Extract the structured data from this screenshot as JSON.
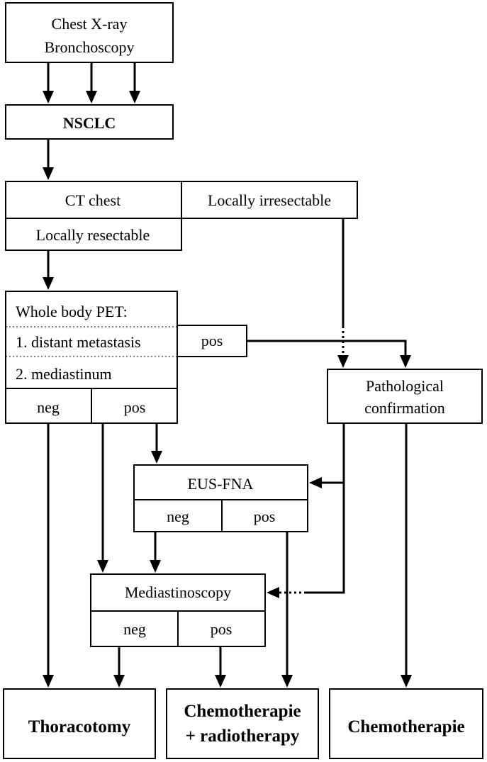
{
  "nodes": {
    "chest_xray": "Chest X-ray",
    "bronchoscopy": "Bronchoscopy",
    "nsclc": "NSCLC",
    "ct_chest": "CT chest",
    "locally_irresectable": "Locally irresectable",
    "locally_resectable": "Locally resectable",
    "whole_body_pet": "Whole body PET:",
    "distant_metastasis": "1. distant metastasis",
    "pet_pos_distant": "pos",
    "mediastinum": "2. mediastinum",
    "pet_neg": "neg",
    "pet_pos": "pos",
    "pathological": "Pathological",
    "confirmation": "confirmation",
    "eus_fna": "EUS-FNA",
    "eus_neg": "neg",
    "eus_pos": "pos",
    "mediastinoscopy": "Mediastinoscopy",
    "med_neg": "neg",
    "med_pos": "pos",
    "thoracotomy": "Thoracotomy",
    "chemo_radio_1": "Chemotherapie",
    "chemo_radio_2": "+ radiotherapy",
    "chemotherapie": "Chemotherapie"
  },
  "edges": [
    {
      "from": "chest_xray",
      "to": "nsclc",
      "style": "solid",
      "count": 3
    },
    {
      "from": "nsclc",
      "to": "ct_chest",
      "style": "solid"
    },
    {
      "from": "locally_resectable",
      "to": "whole_body_pet",
      "style": "solid"
    },
    {
      "from": "locally_irresectable",
      "to": "pathological_confirmation",
      "style": "dotted"
    },
    {
      "from": "pet_pos_distant",
      "to": "pathological_confirmation",
      "style": "solid"
    },
    {
      "from": "pet_neg",
      "to": "thoracotomy",
      "style": "solid"
    },
    {
      "from": "pet_pos",
      "to": "mediastinoscopy",
      "style": "solid"
    },
    {
      "from": "pet_pos",
      "to": "eus_fna",
      "style": "solid"
    },
    {
      "from": "pathological_confirmation",
      "to": "eus_fna",
      "style": "solid"
    },
    {
      "from": "pathological_confirmation",
      "to": "mediastinoscopy",
      "style": "dotted"
    },
    {
      "from": "pathological_confirmation",
      "to": "chemotherapie",
      "style": "solid"
    },
    {
      "from": "eus_neg",
      "to": "mediastinoscopy",
      "style": "solid"
    },
    {
      "from": "eus_pos",
      "to": "chemotherapie_radiotherapy",
      "style": "solid"
    },
    {
      "from": "med_neg",
      "to": "thoracotomy",
      "style": "solid"
    },
    {
      "from": "med_pos",
      "to": "chemotherapie_radiotherapy",
      "style": "solid"
    }
  ]
}
